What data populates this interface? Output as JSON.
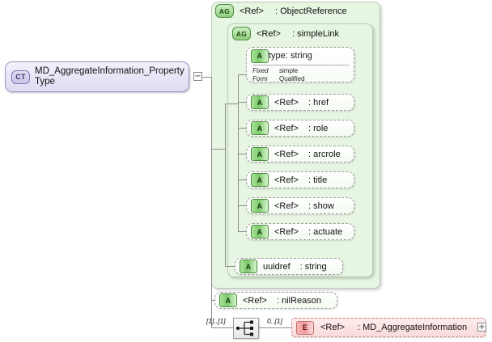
{
  "diagram": {
    "type": "xsd-schema-diagram",
    "root": {
      "icon": "CT",
      "icon_name": "complex-type-icon",
      "label": "MD_AggregateInformation_Property",
      "label_line2": "Type",
      "expander": "−"
    },
    "attribute_groups": [
      {
        "icon": "AG",
        "ref": "<Ref>",
        "type": ": ObjectReference"
      },
      {
        "icon": "AG",
        "ref": "<Ref>",
        "type": ": simpleLink"
      }
    ],
    "attributes": [
      {
        "icon": "A",
        "name": "type",
        "type": ": string",
        "facets": [
          {
            "key": "Fixed",
            "value": "simple"
          },
          {
            "key": "Form",
            "value": "Qualified"
          }
        ]
      },
      {
        "icon": "A",
        "name": "<Ref>",
        "type": ": href"
      },
      {
        "icon": "A",
        "name": "<Ref>",
        "type": ": role"
      },
      {
        "icon": "A",
        "name": "<Ref>",
        "type": ": arcrole"
      },
      {
        "icon": "A",
        "name": "<Ref>",
        "type": ": title"
      },
      {
        "icon": "A",
        "name": "<Ref>",
        "type": ": show"
      },
      {
        "icon": "A",
        "name": "<Ref>",
        "type": ": actuate"
      },
      {
        "icon": "A",
        "name": "uuidref",
        "type": ": string"
      },
      {
        "icon": "A",
        "name": "<Ref>",
        "type": ": nilReason"
      }
    ],
    "compositor": {
      "kind": "sequence",
      "occurrence": "[1]..[1]"
    },
    "element": {
      "icon": "E",
      "icon_name": "element-icon",
      "ref": "<Ref>",
      "type": ": MD_AggregateInformation",
      "occurrence": "0..[1]",
      "expander": "+"
    },
    "colors": {
      "complex_type_fill": "#e6e4f6",
      "complex_type_border": "#9a97c4",
      "group_panel_fill": "#e6f6e2",
      "group_panel_border": "#b9cdb4",
      "attribute_fill": "#ffffff",
      "attribute_border": "#9e9e9e",
      "element_fill": "#f9dada",
      "element_border": "#cf8c8c",
      "connector": "#8e8e8e"
    }
  }
}
